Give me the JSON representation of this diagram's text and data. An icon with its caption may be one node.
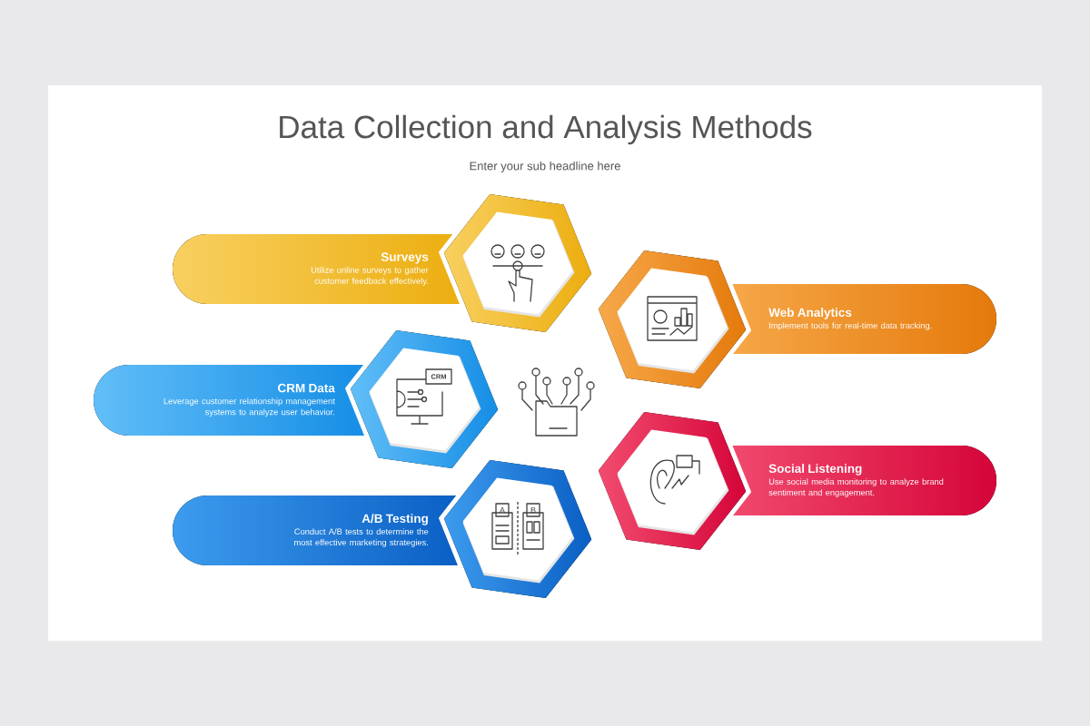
{
  "diagram": {
    "title": "Data Collection and Analysis Methods",
    "nodes": [
      {
        "text": [
          "Surveys",
          "Utilize online surveys to gather customer feedback effectively."
        ]
      },
      {
        "text": [
          "Web Analytics",
          "Implement tools for real-time data tracking."
        ]
      },
      {
        "text": [
          "CRM Data",
          "Leverage customer relationship management systems to analyze user behavior."
        ]
      },
      {
        "text": [
          "Social Listening",
          "Use social media monitoring to analyze brand sentiment and engagement."
        ]
      },
      {
        "text": [
          "A/B Testing",
          "Conduct A/B tests to determine the most effective marketing strategies."
        ]
      }
    ],
    "labels": [
      "Enter your sub headline here",
      "CRM",
      "A",
      "B"
    ]
  }
}
